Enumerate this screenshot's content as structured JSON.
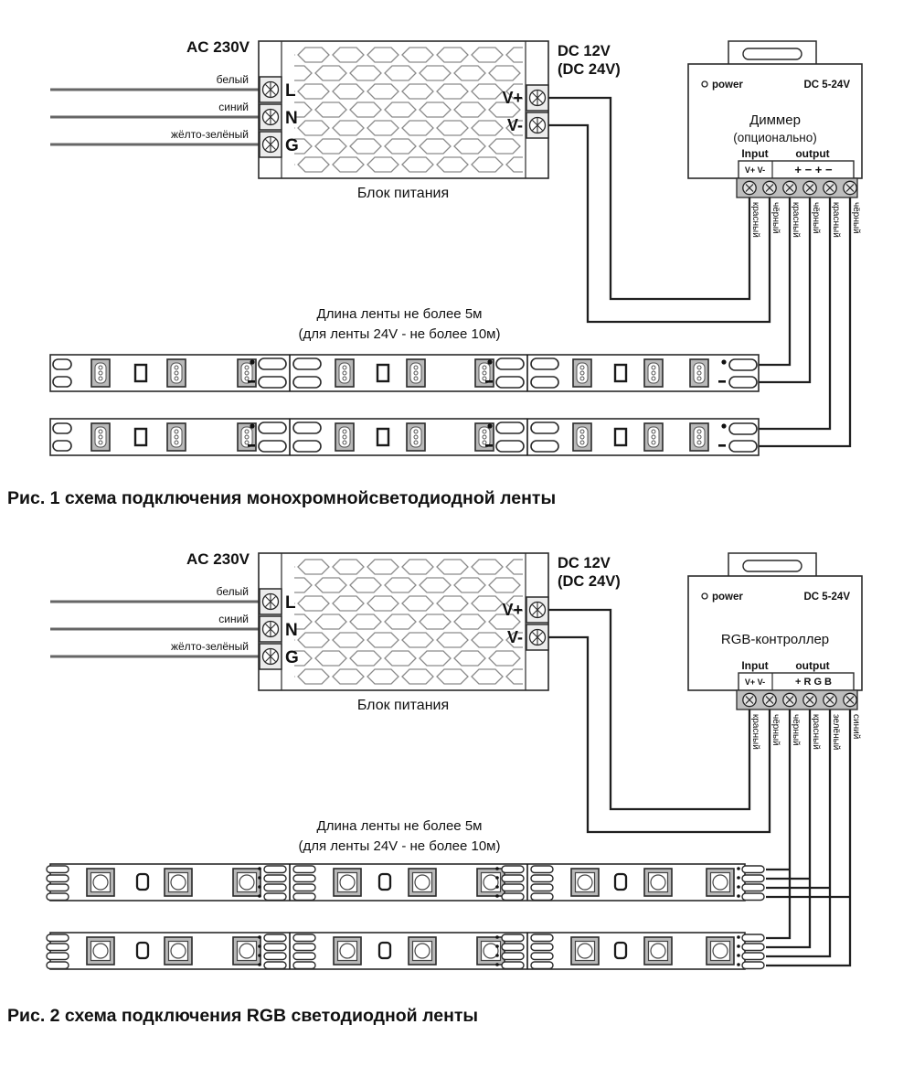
{
  "colors": {
    "line": "#2a2a2a",
    "wire_dc": "#1f1f1f",
    "wire_ac": "#666666",
    "vent": "#8a8a8a",
    "screw_block": "#bdbdbd"
  },
  "figure1": {
    "ac_voltage": "AC 230V",
    "wire_white": "белый",
    "wire_blue": "синий",
    "wire_yellow_green": "жёлто-зелёный",
    "terminal_l": "L",
    "terminal_n": "N",
    "terminal_g": "G",
    "psu_name": "Блок питания",
    "dc_voltage": "DC 12V",
    "dc_voltage_alt": "(DC 24V)",
    "terminal_vplus": "V+",
    "terminal_vminus": "V-",
    "controller": {
      "power_led": "power",
      "voltage_range": "DC 5-24V",
      "title": "Диммер",
      "subtitle": "(опционально)",
      "input": "Input",
      "output": "output",
      "input_terminals": "V+ V-",
      "output_terminals": "+ − + −"
    },
    "output_wires": [
      "красный",
      "чёрный",
      "красный",
      "чёрный",
      "красный",
      "чёрный"
    ],
    "length_note_line1": "Длина ленты не более 5м",
    "length_note_line2": "(для ленты 24V - не более 10м)",
    "caption": "Рис. 1 схема подключения монохромнойсветодиодной ленты"
  },
  "figure2": {
    "ac_voltage": "AC 230V",
    "wire_white": "белый",
    "wire_blue": "синий",
    "wire_yellow_green": "жёлто-зелёный",
    "terminal_l": "L",
    "terminal_n": "N",
    "terminal_g": "G",
    "psu_name": "Блок питания",
    "dc_voltage": "DC 12V",
    "dc_voltage_alt": "(DC 24V)",
    "terminal_vplus": "V+",
    "terminal_vminus": "V-",
    "controller": {
      "power_led": "power",
      "voltage_range": "DC 5-24V",
      "title": "RGB-контроллер",
      "input": "Input",
      "output": "output",
      "input_terminals": "V+ V-",
      "output_terminals": "+ R G B"
    },
    "output_wires": [
      "красный",
      "чёрный",
      "чёрный",
      "красный",
      "зелёный",
      "синий"
    ],
    "length_note_line1": "Длина ленты не более 5м",
    "length_note_line2": "(для ленты 24V - не более 10м)",
    "caption": "Рис. 2 схема подключения RGB светодиодной ленты"
  }
}
